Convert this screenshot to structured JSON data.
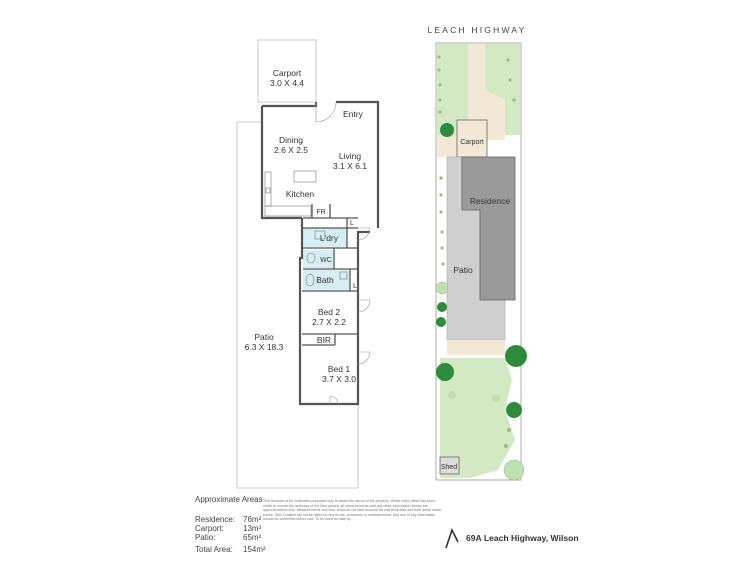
{
  "colors": {
    "wall": "#555555",
    "roof": "#9a9a9a",
    "patio": "#cfcfcf",
    "driveway": "#f2e8d5",
    "lawn": "#d3e9c3",
    "tree_dark": "#2e8b3c",
    "wet_area": "#d7edf4"
  },
  "floor_plan": {
    "carport": {
      "name": "Carport",
      "dims": "3.0 X 4.4"
    },
    "entry": "Entry",
    "dining": {
      "name": "Dining",
      "dims": "2.6 X 2.5"
    },
    "living": {
      "name": "Living",
      "dims": "3.1 X 6.1"
    },
    "kitchen": "Kitchen",
    "fridge": "FR",
    "linen": "L",
    "laundry": "L'dry",
    "wc": "WC",
    "bath": "Bath",
    "bath_linen": "L",
    "bed2": {
      "name": "Bed 2",
      "dims": "2.7 X 2.2"
    },
    "bir": "BIR",
    "bed1": {
      "name": "Bed 1",
      "dims": "3.7 X 3.0"
    },
    "patio": {
      "name": "Patio",
      "dims": "6.3 X 18.3"
    }
  },
  "site_plan": {
    "street": "LEACH HIGHWAY",
    "carport": "Carport",
    "residence": "Residence",
    "patio": "Patio",
    "shed": "Shed"
  },
  "areas": {
    "title": "Approximate Areas",
    "rows": [
      {
        "label": "Residence:",
        "value": "76m²"
      },
      {
        "label": "Carport:",
        "value": "13m²"
      },
      {
        "label": "Patio:",
        "value": "65m²"
      }
    ],
    "total_label": "Total Area:",
    "total_value": "154m²"
  },
  "disclaimer": "This floorplan is for illustration purposes only to assist the layout of the property. Whilst every effort has been made to ensure the accuracy of the floor plan(s) all measurements and any other information shown are approximations only. Measurements and floor areas do not take account for wall thickness and both areas under eaves. Ollis Creative will not be liable for any errors, omissions or misstatements. Any use of any information should be confirmed before use. To be used for sale by...",
  "address": "69A Leach Highway, Wilson"
}
